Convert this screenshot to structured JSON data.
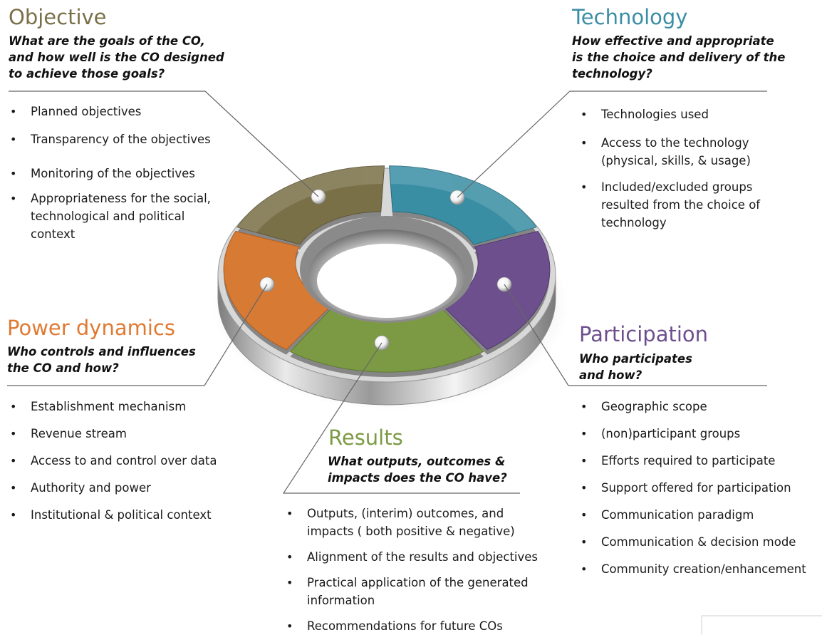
{
  "colors": {
    "objective": "#7a7048",
    "technology": "#3a8ea4",
    "participation": "#6d4f8d",
    "results": "#7c9a44",
    "power": "#d67a34",
    "ring_metal": "#c9c9c9"
  },
  "objective": {
    "title": "Objective",
    "question": [
      "What are the goals of the CO,",
      "and how well is the CO designed",
      "to achieve those goals?"
    ],
    "items": [
      [
        "Planned objectives"
      ],
      [
        "Transparency of the objectives"
      ],
      [
        "Monitoring of the objectives"
      ],
      [
        "Appropriateness for the social,",
        "technological and political",
        "context"
      ]
    ]
  },
  "technology": {
    "title": "Technology",
    "question": [
      "How effective and appropriate",
      "is the choice and delivery of the",
      "technology?"
    ],
    "items": [
      [
        "Technologies used"
      ],
      [
        "Access to the technology",
        "(physical, skills, & usage)"
      ],
      [
        "Included/excluded groups",
        "resulted from the choice of",
        "technology"
      ]
    ]
  },
  "power": {
    "title": "Power dynamics",
    "question": [
      "Who controls and influences",
      "the CO and how?"
    ],
    "items": [
      [
        "Establishment mechanism"
      ],
      [
        "Revenue stream"
      ],
      [
        "Access to and control over data"
      ],
      [
        "Authority and power"
      ],
      [
        "Institutional & political context"
      ]
    ]
  },
  "participation": {
    "title": "Participation",
    "question": [
      "Who participates",
      "and how?"
    ],
    "items": [
      [
        "Geographic scope"
      ],
      [
        "(non)participant groups"
      ],
      [
        "Efforts required to participate"
      ],
      [
        "Support offered for participation"
      ],
      [
        "Communication paradigm"
      ],
      [
        "Communication & decision mode"
      ],
      [
        "Community creation/enhancement"
      ]
    ]
  },
  "results": {
    "title": "Results",
    "question": [
      "What outputs, outcomes &",
      "impacts does the CO have?"
    ],
    "items": [
      [
        "Outputs, (interim) outcomes, and",
        "impacts ( both positive & negative)"
      ],
      [
        "Alignment of the results and objectives"
      ],
      [
        "Practical application of the generated",
        "information"
      ],
      [
        "Recommendations for future COs"
      ]
    ]
  }
}
